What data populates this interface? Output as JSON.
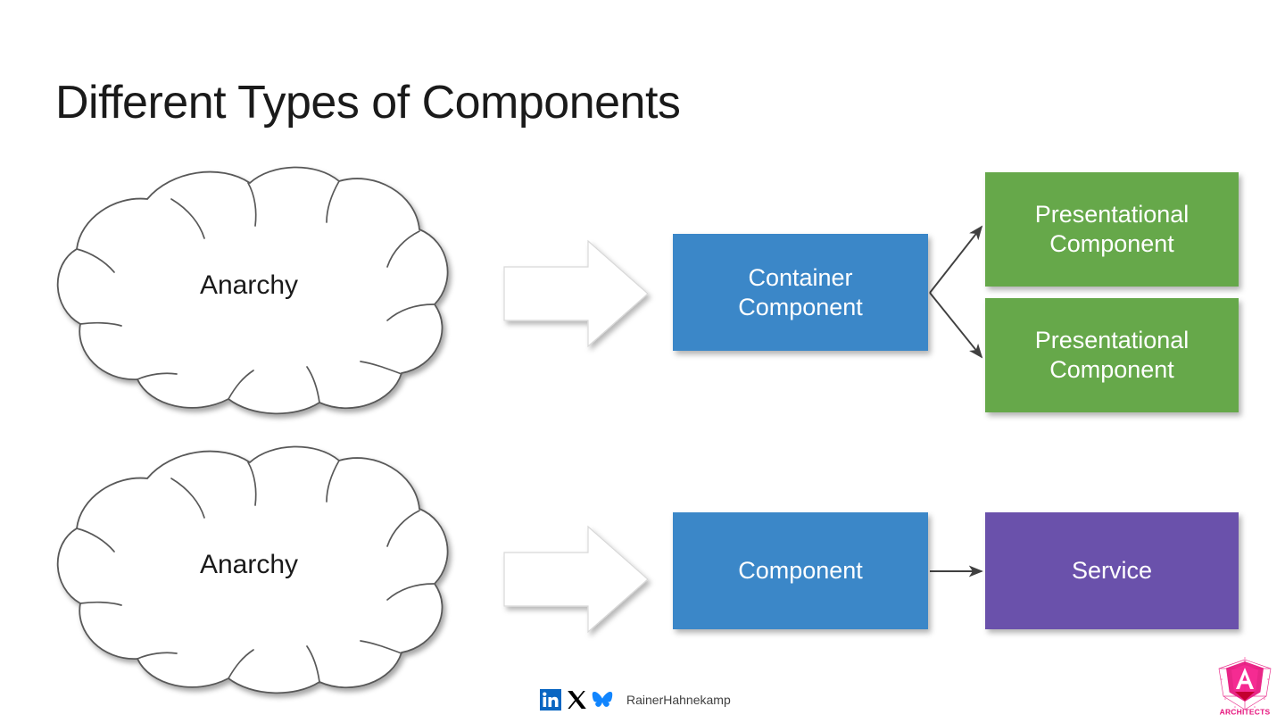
{
  "slide": {
    "title": "Different Types of Components",
    "background_color": "#ffffff"
  },
  "diagram": {
    "rows": [
      {
        "source_label": "Anarchy",
        "flow_arrow": "block-arrow-right",
        "middle_label": "Container\nComponent",
        "middle_color": "#3b87c8",
        "targets": [
          {
            "label": "Presentational\nComponent",
            "color": "#66a84a"
          },
          {
            "label": "Presentational\nComponent",
            "color": "#66a84a"
          }
        ]
      },
      {
        "source_label": "Anarchy",
        "flow_arrow": "block-arrow-right",
        "middle_label": "Component",
        "middle_color": "#3b87c8",
        "targets": [
          {
            "label": "Service",
            "color": "#6a51ab"
          }
        ]
      }
    ],
    "cloud_1_label": "Anarchy",
    "cloud_2_label": "Anarchy",
    "container_component_line1": "Container",
    "container_component_line2": "Component",
    "presentational_1_line1": "Presentational",
    "presentational_1_line2": "Component",
    "presentational_2_line1": "Presentational",
    "presentational_2_line2": "Component",
    "component_label": "Component",
    "service_label": "Service",
    "connector_color": "#404040",
    "cloud_outline_color": "#595959"
  },
  "footer": {
    "handle": "RainerHahnekamp",
    "icons": [
      {
        "name": "linkedin-icon",
        "color": "#0a66c2"
      },
      {
        "name": "x-twitter-icon",
        "color": "#000000"
      },
      {
        "name": "bluesky-butterfly-icon",
        "color": "#1185fe"
      }
    ]
  },
  "brand": {
    "name": "angular-architects-logo",
    "wordmark": "ARCHITECTS",
    "primary_color": "#e6147d",
    "secondary_color": "#c3002f"
  }
}
